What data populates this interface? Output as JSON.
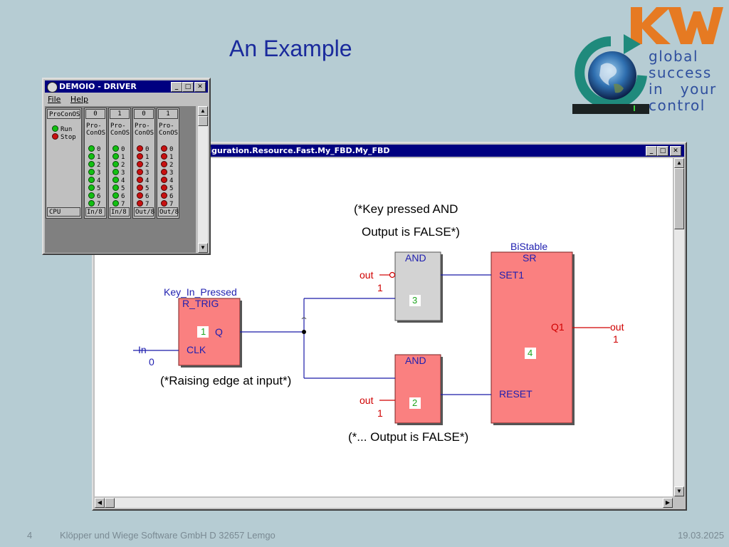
{
  "slide": {
    "title": "An Example",
    "footer": {
      "page": "4",
      "company": "Klöpper und Wiege Software GmbH  D 32657 Lemgo",
      "date": "19.03.2025"
    }
  },
  "logo": {
    "tagline": [
      "global",
      "success",
      "in   your",
      "control"
    ]
  },
  "driver_window": {
    "title": "DEMOIO - DRIVER",
    "menu": [
      "File",
      "Help"
    ],
    "cpu_module": {
      "top": "ProConOS",
      "states": [
        {
          "label": "Run",
          "color": "green"
        },
        {
          "label": "Stop",
          "color": "red"
        }
      ],
      "bottom": "CPU"
    },
    "modules": [
      {
        "value": "0",
        "name": "Pro-\nConOS",
        "led_color": "green",
        "bottom": "In/8"
      },
      {
        "value": "1",
        "name": "Pro-\nConOS",
        "led_color": "green",
        "bottom": "In/8"
      },
      {
        "value": "0",
        "name": "Pro-\nConOS",
        "led_color": "red",
        "bottom": "Out/8"
      },
      {
        "value": "1",
        "name": "Pro-\nConOS",
        "led_color": "red",
        "bottom": "Out/8"
      }
    ],
    "led_labels": [
      "0",
      "1",
      "2",
      "3",
      "4",
      "5",
      "6",
      "7"
    ]
  },
  "fbd_window": {
    "title": "figuration.Resource.Fast.My_FBD.My_FBD",
    "comments": {
      "top1": "(*Key pressed AND",
      "top2": "Output is FALSE*)",
      "mid": "(*Raising edge at input*)",
      "bottom": "(*... Output is FALSE*)"
    },
    "blocks": {
      "rtrig": {
        "instance": "Key_In_Pressed",
        "type": "R_TRIG",
        "number": "1",
        "in_pin": "CLK",
        "out_pin": "Q"
      },
      "and1": {
        "type": "AND",
        "number": "3",
        "var": "out",
        "var_value": "1"
      },
      "and2": {
        "type": "AND",
        "number": "2",
        "var": "out",
        "var_value": "1"
      },
      "sr": {
        "instance": "BiStable",
        "type": "SR",
        "number": "4",
        "set_pin": "SET1",
        "reset_pin": "RESET",
        "out_pin": "Q1"
      }
    },
    "inputs": {
      "in_name": "In",
      "in_value": "0"
    },
    "outputs": {
      "out_name": "out",
      "out_value": "1"
    }
  },
  "colors": {
    "block_fill": "#fa8080",
    "and_inactive": "#d3d3d3",
    "wire": "#1a1aa8",
    "signal_red": "#d00000",
    "number_green": "#1ea51e"
  }
}
